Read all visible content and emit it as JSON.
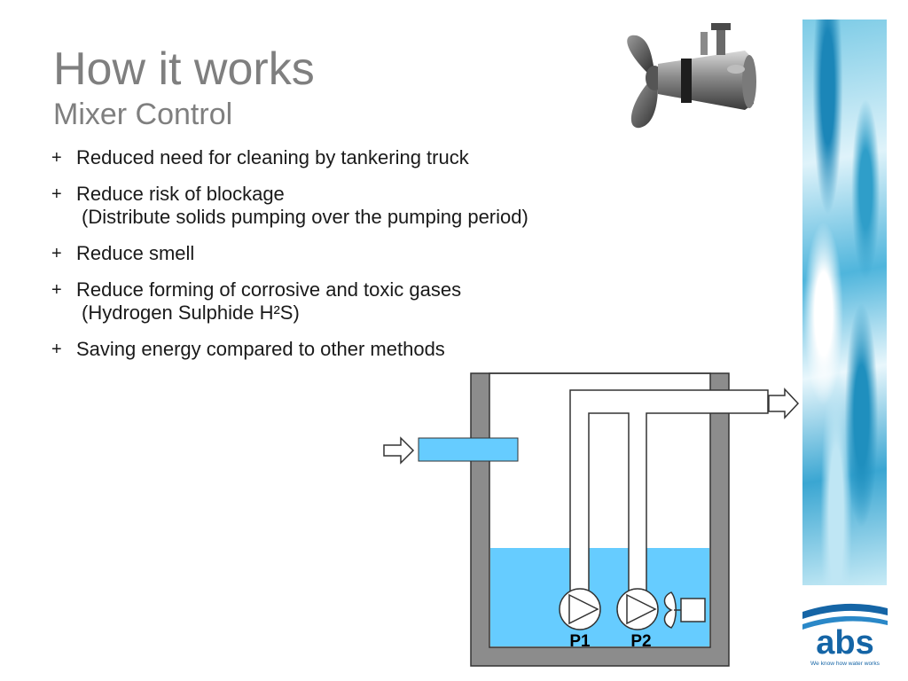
{
  "slide": {
    "title": "How it works",
    "subtitle": "Mixer Control",
    "bullets": [
      {
        "marker": "+",
        "text": "Reduced need for cleaning by tankering truck"
      },
      {
        "marker": "+",
        "text": "Reduce risk of blockage",
        "sub": "(Distribute solids pumping over the pumping period)"
      },
      {
        "marker": "+",
        "text": "Reduce smell"
      },
      {
        "marker": "+",
        "text": "Reduce forming of corrosive and toxic gases",
        "sub": "(Hydrogen Sulphide H²S)"
      },
      {
        "marker": "+",
        "text": "Saving energy compared to other methods"
      }
    ]
  },
  "diagram": {
    "pump_labels": [
      "P1",
      "P2"
    ],
    "colors": {
      "water": "#66ccff",
      "wall": "#8c8c8c",
      "outline": "#333333"
    }
  },
  "branding": {
    "logo_text": "abs",
    "tagline": "We know how water works",
    "colors": {
      "brand_blue": "#1565a6"
    }
  },
  "icons": [
    "mixer-photo-icon",
    "inflow-arrow-icon",
    "outflow-arrow-icon",
    "pump-icon",
    "mixer-propeller-icon",
    "motor-icon"
  ]
}
